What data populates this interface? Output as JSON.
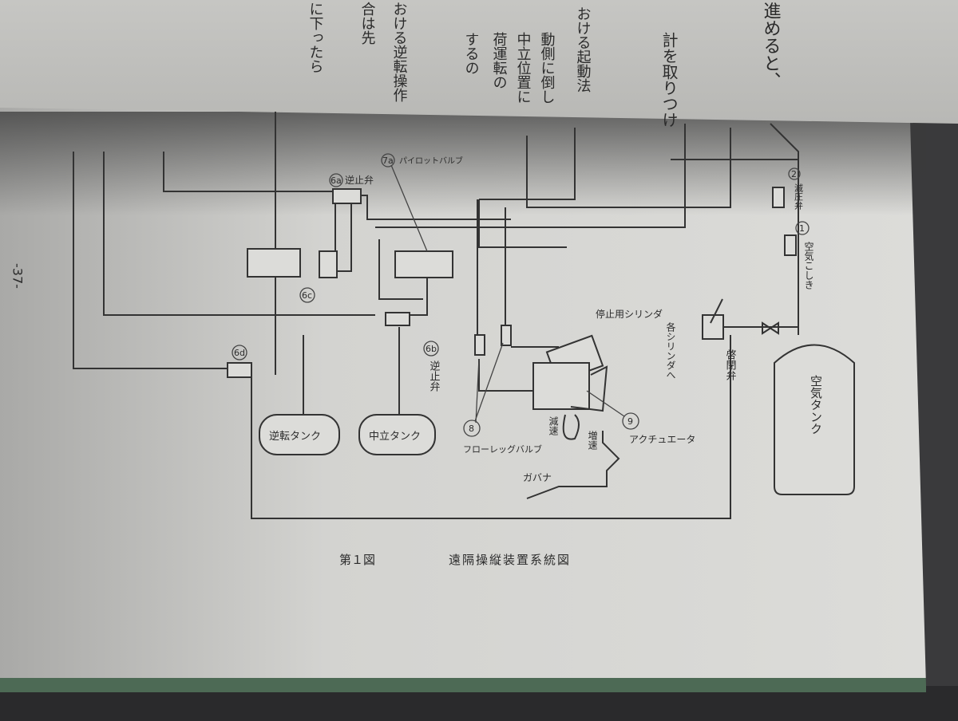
{
  "upper_page": {
    "columns": [
      "進めると、",
      "計を取りつけ",
      "おける起動法",
      "動側に倒し",
      "中立位置に",
      "荷運転の",
      "するの",
      "おける逆転操作",
      "合は先",
      "に下ったら"
    ],
    "page_number": "-37-"
  },
  "diagram": {
    "labels": {
      "check_valve_6a": "逆止弁",
      "pilot_valve_7a": "パイロットバルブ",
      "check_valve_6b": "逆止弁",
      "reverse_tank": "逆転タンク",
      "neutral_tank": "中立タンク",
      "flow_leg_valve": "フローレッグバルブ",
      "stop_cylinder": "停止用シリンダ",
      "actuator": "アクチュエータ",
      "decelerate": "減速",
      "accelerate": "増速",
      "governor": "ガバナ",
      "to_each_cylinder": "各シリンダへ",
      "open_close_valve": "啓閉弁",
      "air_tank": "空気タンク",
      "pressure_reducing_valve": "減圧弁",
      "air_filter": "空気こしき"
    },
    "markers": {
      "m1": "1",
      "m2": "2",
      "m6a": "6a",
      "m6b": "6b",
      "m6c": "6c",
      "m6d": "6d",
      "m7a": "7a",
      "m8": "8",
      "m9": "9"
    }
  },
  "caption": {
    "figure_number": "第１図",
    "title": "遠隔操縦装置系統図"
  }
}
